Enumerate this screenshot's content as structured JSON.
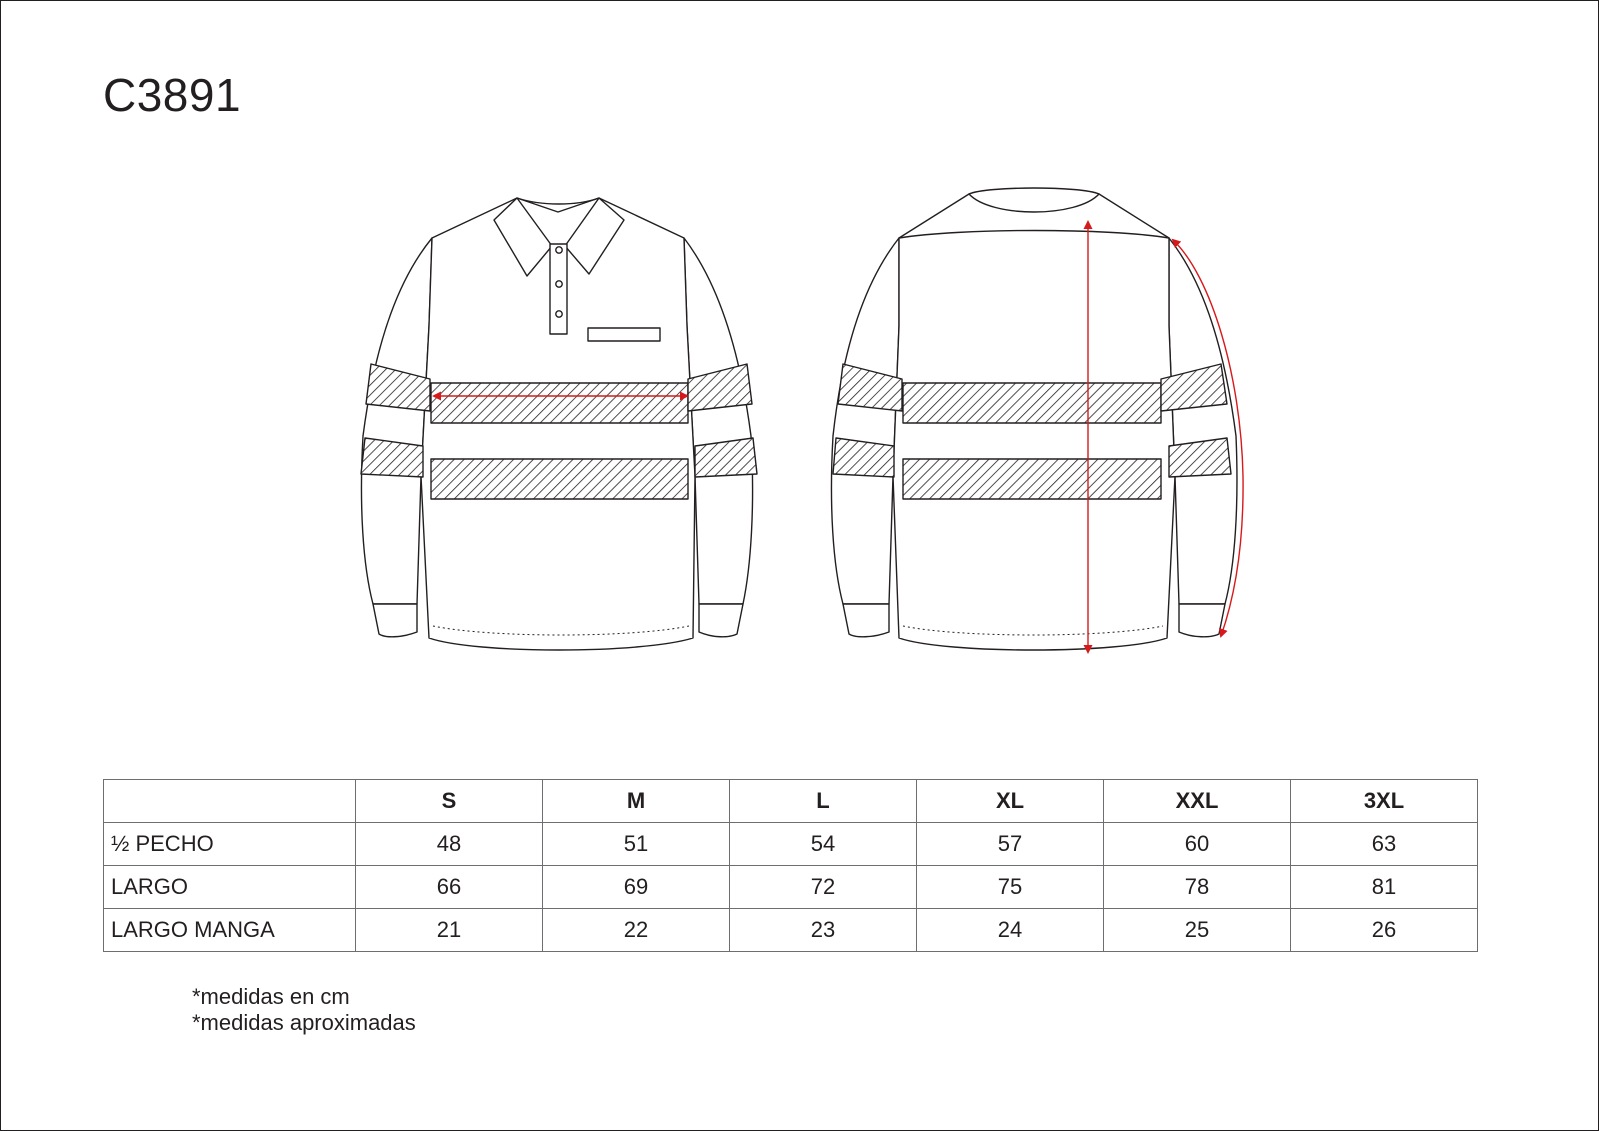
{
  "header": {
    "model_code": "C3891"
  },
  "drawing": {
    "stroke_color": "#231f20",
    "measure_color": "#d7191c",
    "views": [
      "front",
      "back"
    ]
  },
  "size_table": {
    "sizes": [
      "S",
      "M",
      "L",
      "XL",
      "XXL",
      "3XL"
    ],
    "rows": [
      {
        "label": "½  PECHO",
        "values": [
          "48",
          "51",
          "54",
          "57",
          "60",
          "63"
        ]
      },
      {
        "label": "LARGO",
        "values": [
          "66",
          "69",
          "72",
          "75",
          "78",
          "81"
        ]
      },
      {
        "label": "LARGO MANGA",
        "values": [
          "21",
          "22",
          "23",
          "24",
          "25",
          "26"
        ]
      }
    ]
  },
  "notes": [
    "*medidas en cm",
    "*medidas aproximadas"
  ]
}
